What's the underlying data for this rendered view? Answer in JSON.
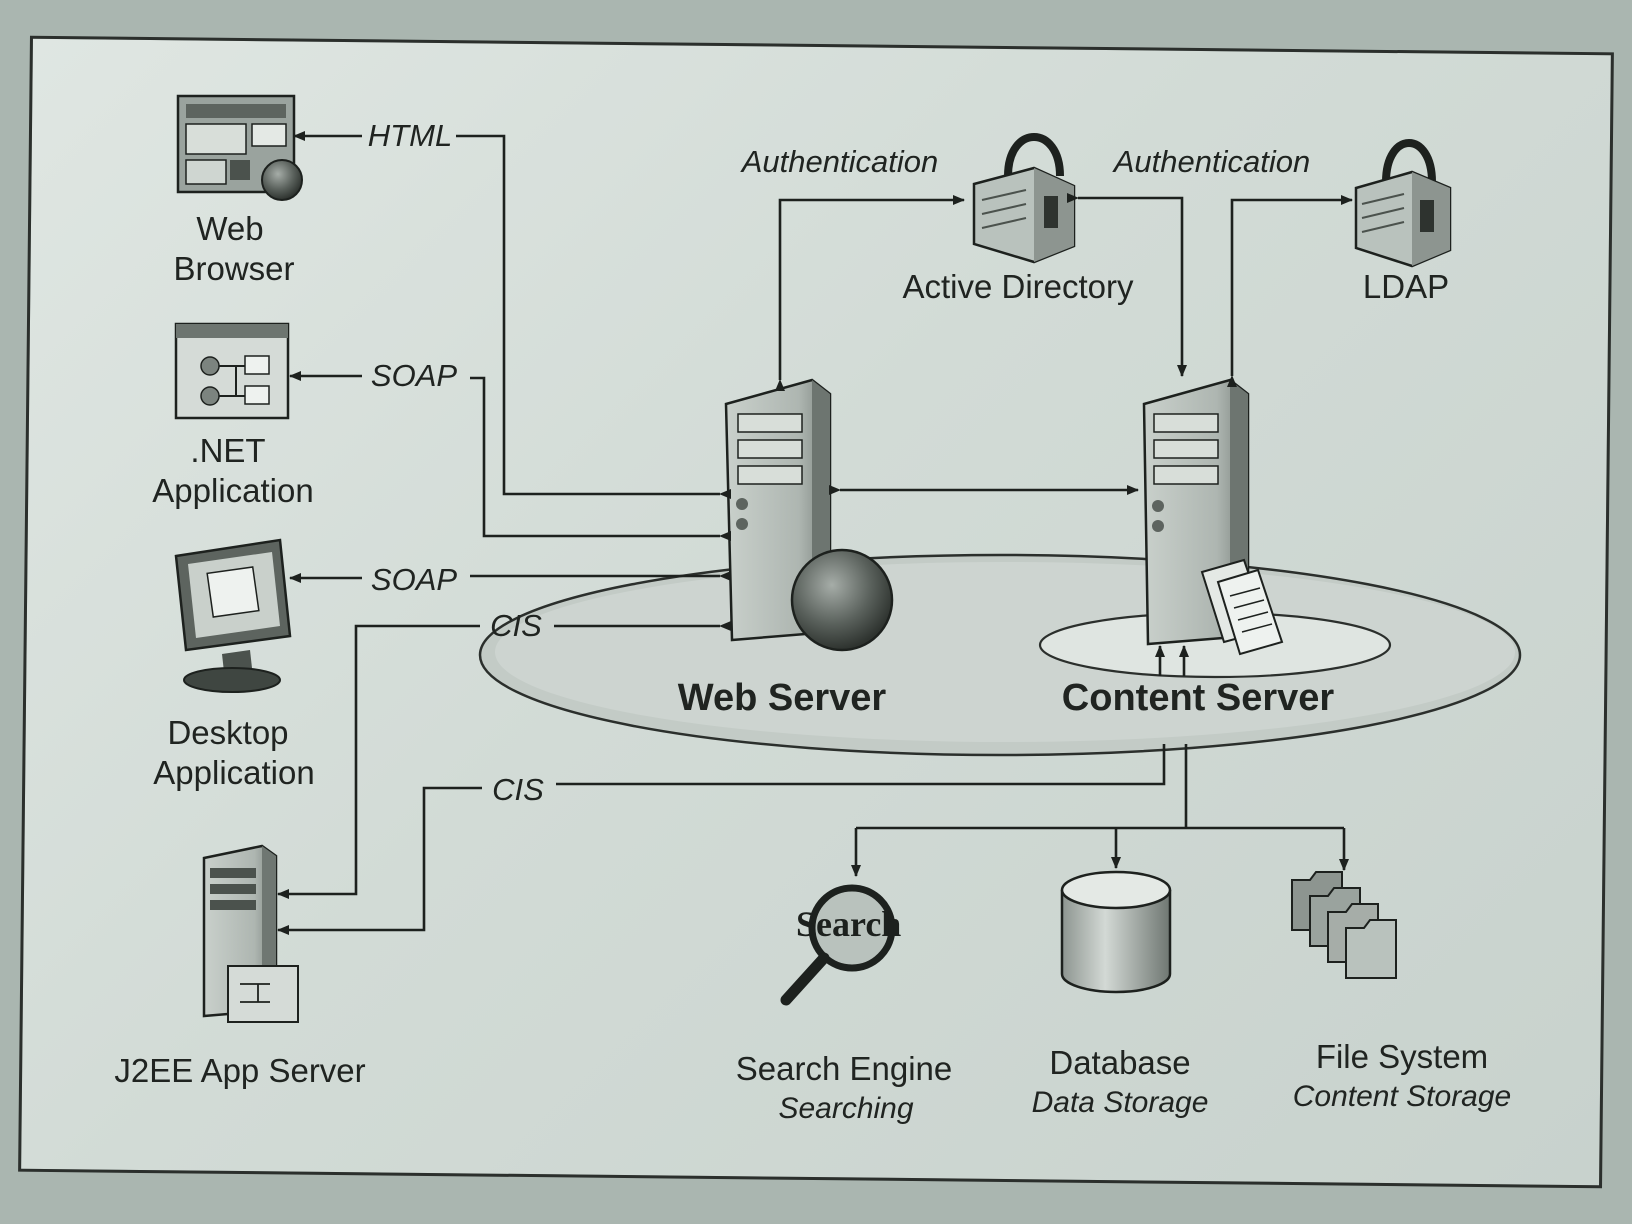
{
  "clients": {
    "web_browser": [
      "Web",
      "Browser"
    ],
    "dotnet_app": [
      ".NET",
      "Application"
    ],
    "desktop_app": [
      "Desktop",
      "Application"
    ],
    "j2ee_server": "J2EE App Server"
  },
  "protocols": {
    "html": "HTML",
    "soap_1": "SOAP",
    "soap_2": "SOAP",
    "cis_1": "CIS",
    "cis_2": "CIS",
    "auth_1": "Authentication",
    "auth_2": "Authentication"
  },
  "servers": {
    "web": "Web Server",
    "content": "Content Server"
  },
  "directories": {
    "active_directory": "Active Directory",
    "ldap": "LDAP"
  },
  "storage": {
    "search": {
      "title": "Search Engine",
      "subtitle": "Searching",
      "icon_text": "Search"
    },
    "database": {
      "title": "Database",
      "subtitle": "Data Storage"
    },
    "filesystem": {
      "title": "File System",
      "subtitle": "Content Storage"
    }
  },
  "colors": {
    "ink": "#1d211e",
    "paper": "#d8e0dc",
    "device_face": "#b9c2bd",
    "device_dark": "#5d645f"
  }
}
